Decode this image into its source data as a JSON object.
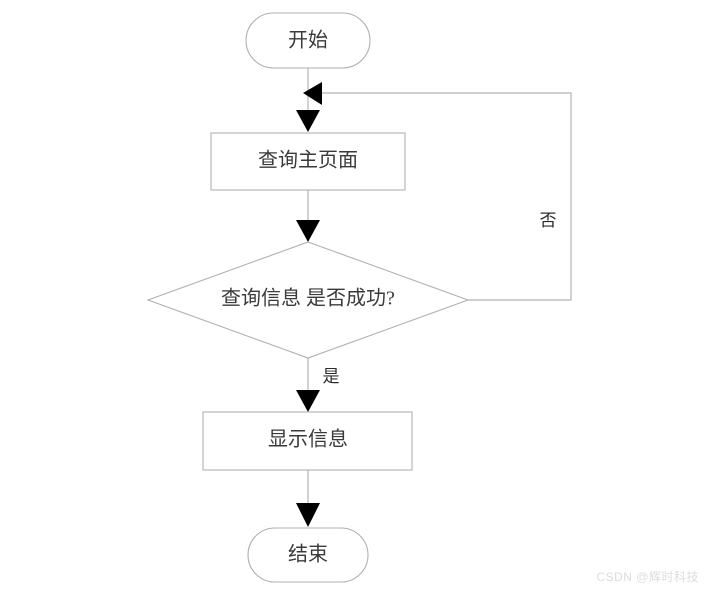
{
  "diagram": {
    "type": "flowchart",
    "title": "",
    "direction": "top-to-bottom",
    "nodes": [
      {
        "id": "start",
        "shape": "stadium",
        "label": "开始"
      },
      {
        "id": "query",
        "shape": "rectangle",
        "label": "查询主页面"
      },
      {
        "id": "decision",
        "shape": "diamond",
        "label": "查询信息 是否成功?"
      },
      {
        "id": "display",
        "shape": "rectangle",
        "label": "显示信息"
      },
      {
        "id": "end",
        "shape": "stadium",
        "label": "结束"
      }
    ],
    "edges": [
      {
        "id": "e1",
        "from": "start",
        "to": "query",
        "label": ""
      },
      {
        "id": "e2",
        "from": "query",
        "to": "decision",
        "label": ""
      },
      {
        "id": "e3",
        "from": "decision",
        "to": "display",
        "label": "是"
      },
      {
        "id": "e4",
        "from": "decision",
        "to": "query",
        "label": "否"
      },
      {
        "id": "e5",
        "from": "display",
        "to": "end",
        "label": ""
      }
    ]
  },
  "colors": {
    "node_border": "#b0b0b0",
    "node_fill": "#ffffff",
    "connector": "#b5b5b5",
    "arrow": "#000000",
    "text": "#3a3a3a",
    "watermark": "#dcdcdc",
    "background": "#ffffff"
  },
  "watermark": {
    "text": "CSDN @辉时科技"
  }
}
